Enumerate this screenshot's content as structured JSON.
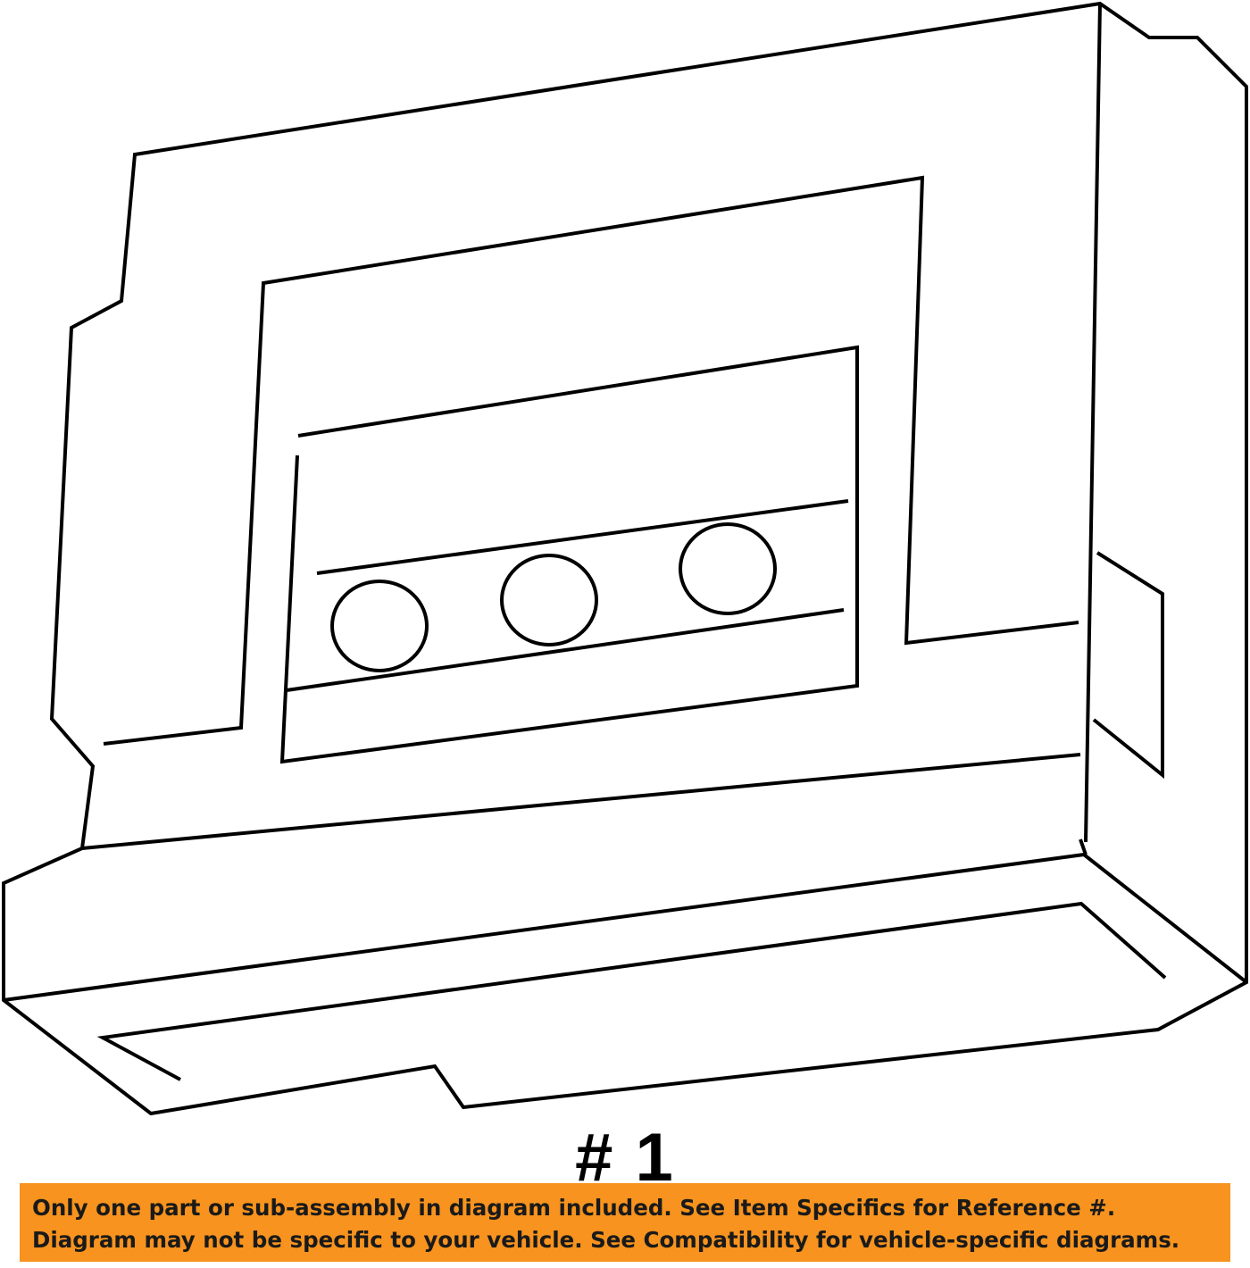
{
  "diagram": {
    "part_callout": "# 1",
    "stroke_color": "#000000",
    "background_color": "#ffffff"
  },
  "disclaimer": {
    "background_color": "#f7931e",
    "line1": "Only one part or sub-assembly in diagram included. See Item Specifics for Reference #.",
    "line2": "Diagram may not be specific to your vehicle. See Compatibility for vehicle-specific diagrams."
  }
}
